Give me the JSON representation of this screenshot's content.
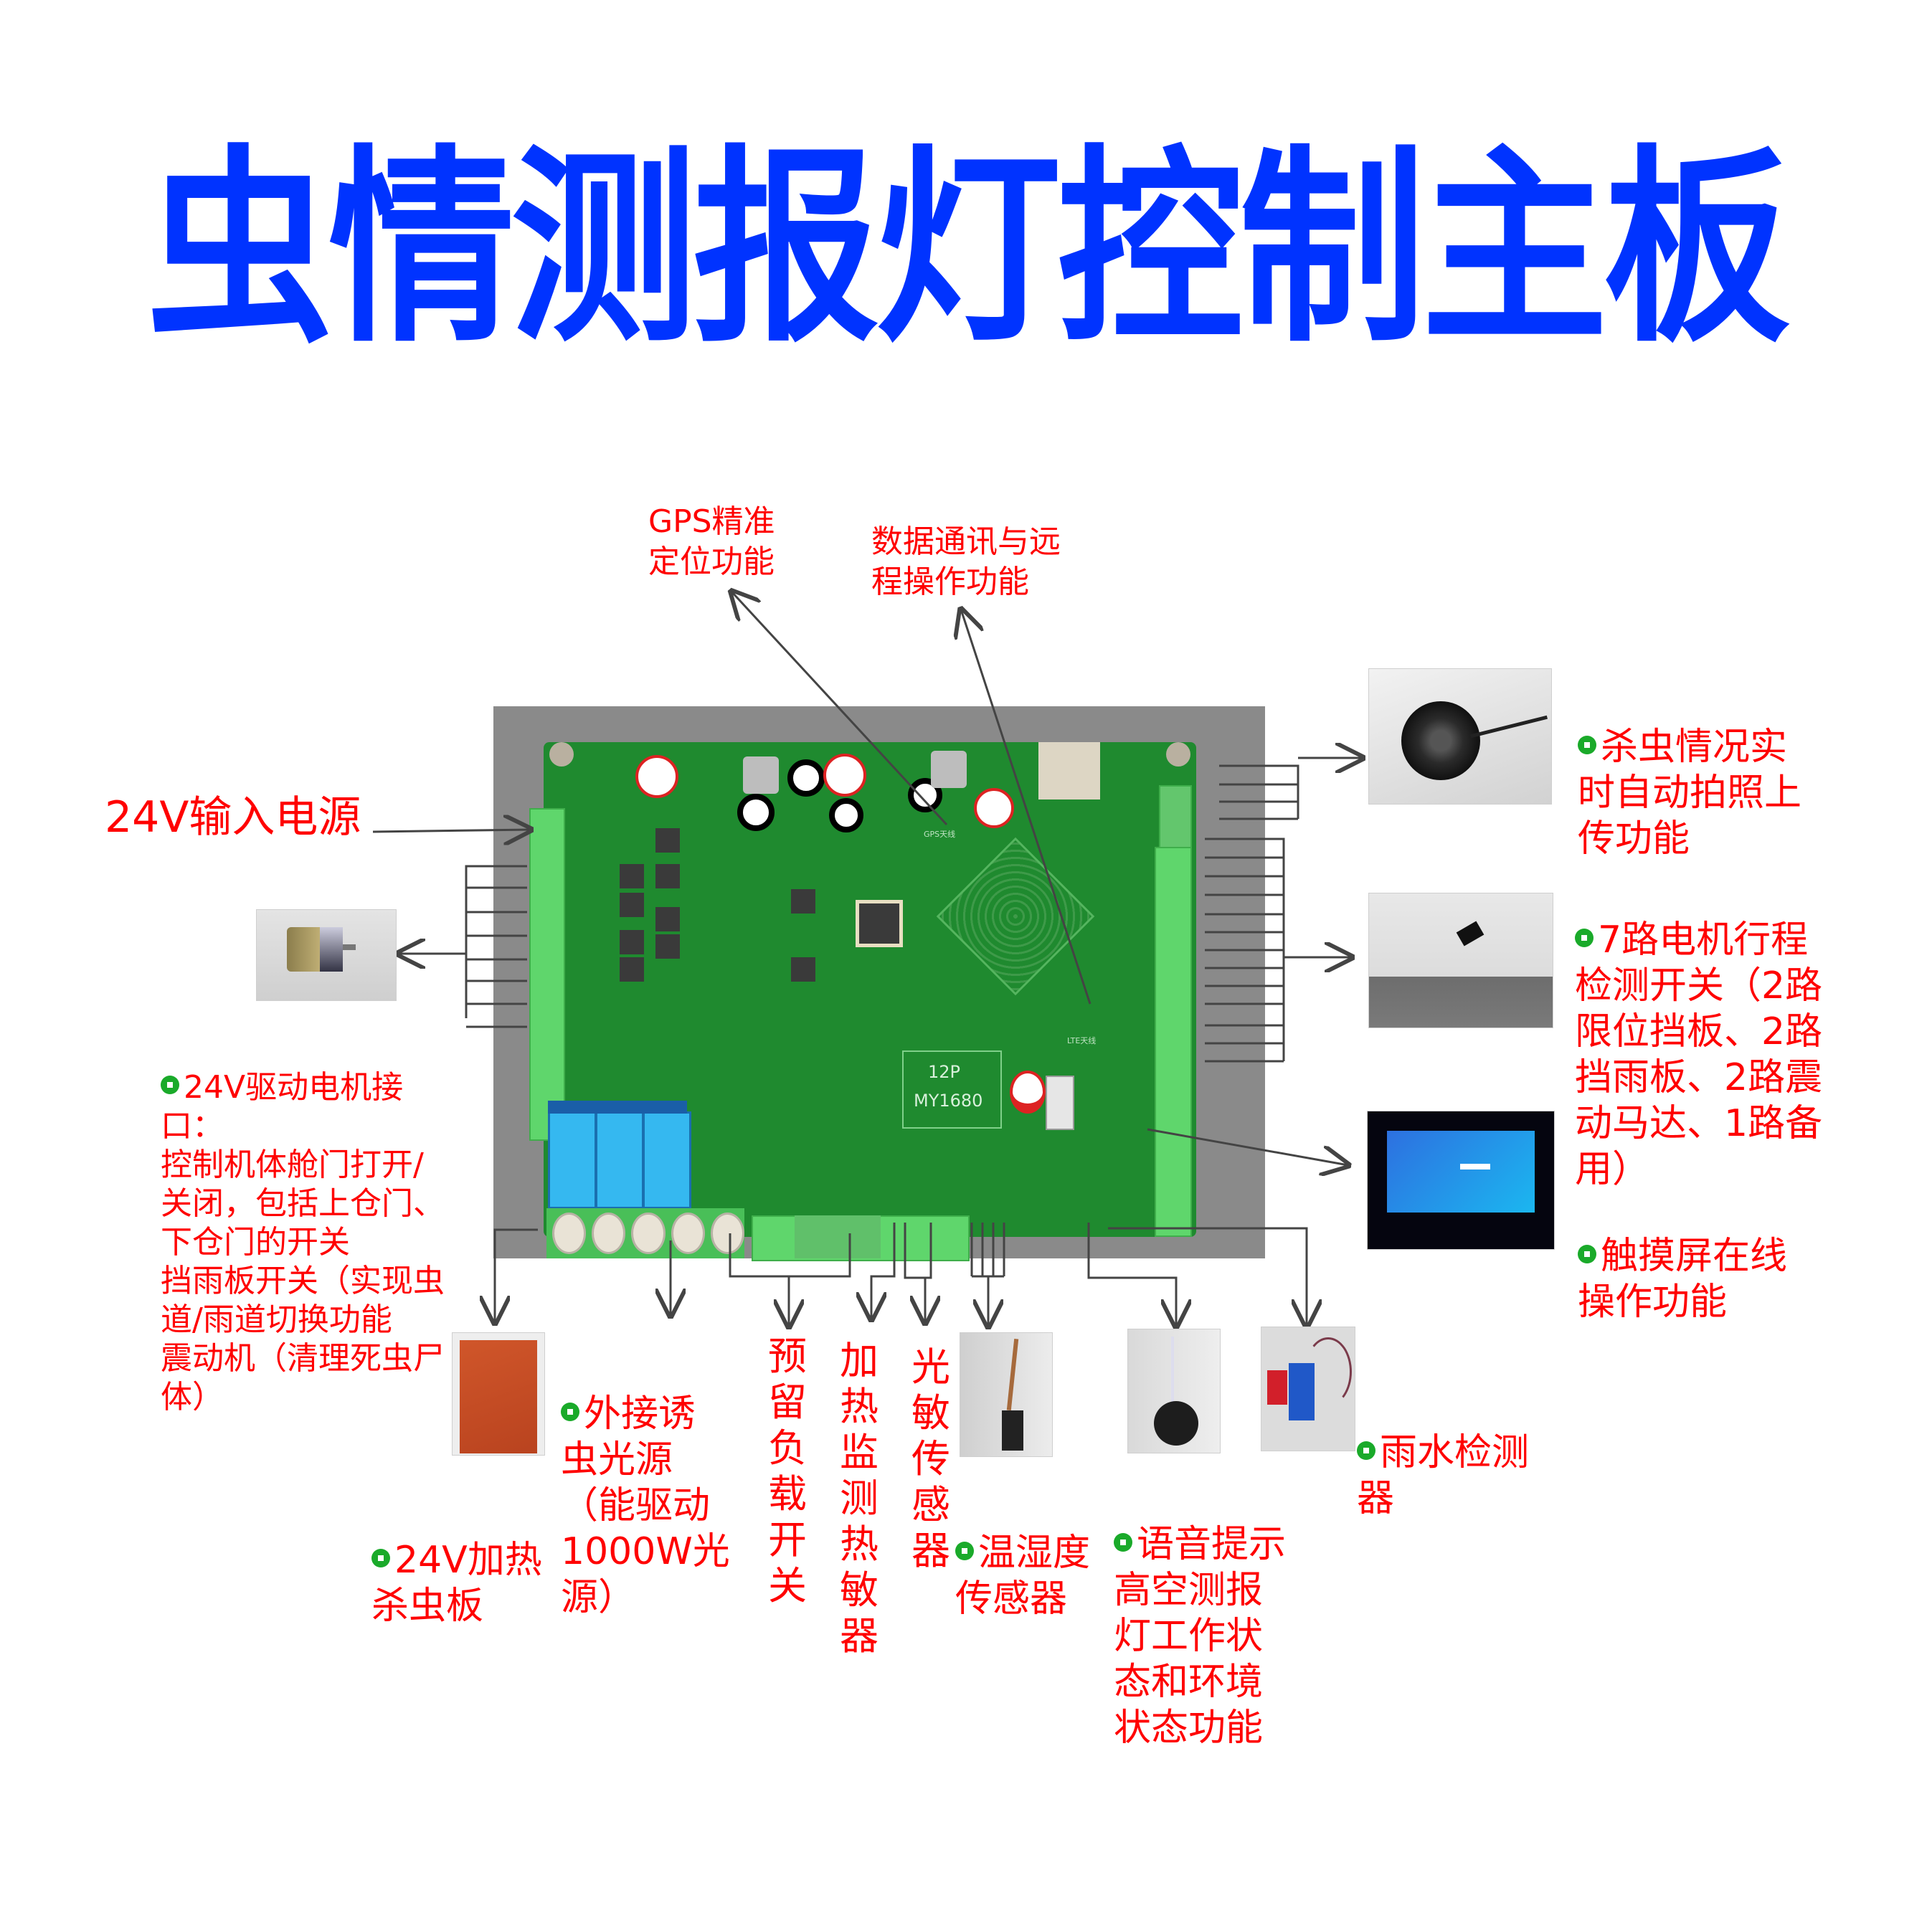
{
  "title": "虫情测报灯控制主板",
  "colors": {
    "title": "#0033ff",
    "label": "#ff0000",
    "bullet": "#1aaa2a",
    "pcb": "#1f8a2f",
    "terminal": "#5fd66c",
    "enclosure": "#8a8a8a",
    "relay": "#35b8f0",
    "arrow": "#444444"
  },
  "top_labels": {
    "gps": "GPS精准\n定位功能",
    "comm": "数据通讯与远\n程操作功能"
  },
  "left_labels": {
    "power_input": "24V输入电源",
    "motor_interface": "24V驱动电机接口：\n控制机体舱门打开/\n关闭，包括上仓门、\n下仓门的开关\n挡雨板开关（实现虫\n道/雨道切换功能\n震动机（清理死虫尸\n体）"
  },
  "right_labels": {
    "camera": "杀虫情况实\n时自动拍照上\n传功能",
    "limit_switch": "7路电机行程\n检测开关（2路\n限位挡板、2路\n挡雨板、2路震\n动马达、1路备\n用）",
    "touchscreen": "触摸屏在线\n操作功能"
  },
  "bottom_labels": {
    "heater_board": "24V加热\n杀虫板",
    "light_source": "外接诱\n虫光源\n（能驱动\n1000W光\n源）",
    "reserved_load": "预\n留\n负\n载\n开\n关",
    "heat_monitor": "加\n热\n监\n测\n热\n敏\n器",
    "light_sensor": "光\n敏\n传\n感\n器",
    "temp_humidity": "温湿度\n传感器",
    "voice": "语音提示\n高空测报\n灯工作状\n态和环境\n状态功能",
    "rain": "雨水检测\n器"
  },
  "pcb": {
    "module_label_1": "12P",
    "module_label_2": "MY1680",
    "gps_silk": "GPS天线",
    "comm_silk": "LTE天线"
  },
  "photos": {
    "motor": "dc-gear-motor",
    "camera": "camera-module",
    "limit_switch": "micro-limit-switch",
    "touchscreen": "touch-screen-display",
    "heater": "silicone-heater-pad",
    "temp_humidity": "temp-humidity-sensor",
    "speaker": "speaker",
    "rain": "rain-sensor"
  }
}
